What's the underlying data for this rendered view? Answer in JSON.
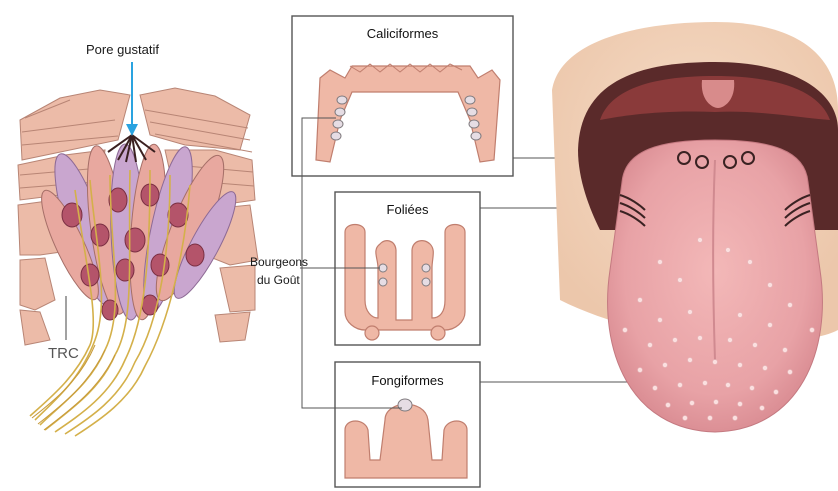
{
  "labels": {
    "pore": "Pore gustatif",
    "trc": "TRC",
    "bourgeons_line1": "Bourgeons",
    "bourgeons_line2": "du Goût"
  },
  "boxes": {
    "caliciformes": "Caliciformes",
    "foliees": "Foliées",
    "fongiformes": "Fongiformes"
  },
  "colors": {
    "epithelium": "#e9b4a2",
    "cell_pink": "#e8a89f",
    "cell_violet": "#c9a6cf",
    "nucleus": "#b4546a",
    "nerve": "#d4b04a",
    "arrow": "#2aa3e0",
    "tongue": "#e8a3a6",
    "mouth_dark": "#5a2a2a",
    "skin": "#f1d3bc"
  }
}
